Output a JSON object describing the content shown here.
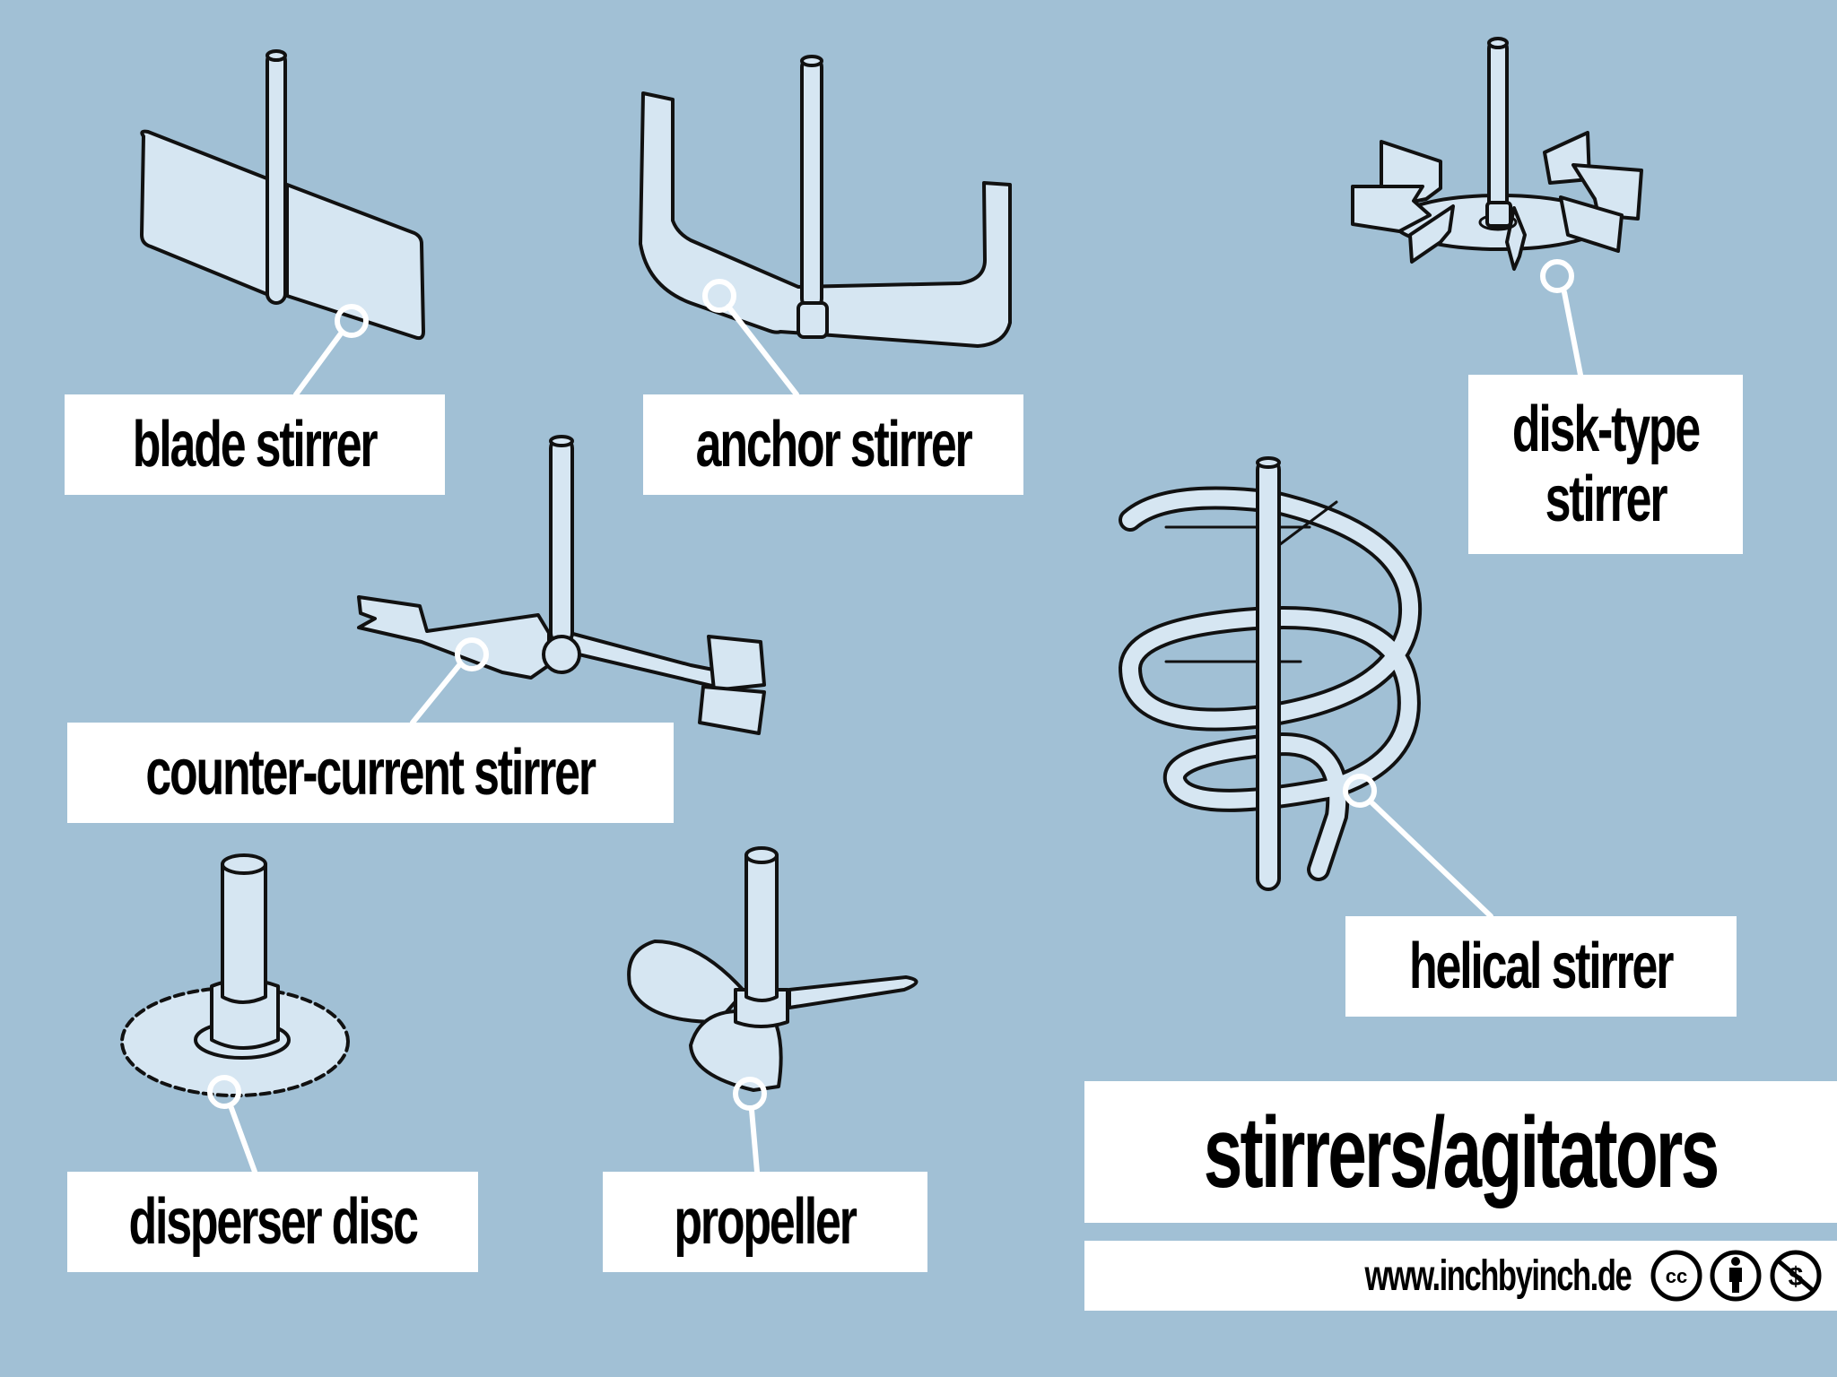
{
  "title": "stirrers/agitators",
  "footer": {
    "url": "www.inchbyinch.de",
    "license_icons": [
      "creative-commons-icon",
      "attribution-icon",
      "non-commercial-icon"
    ]
  },
  "colors": {
    "background": "#a1c0d5",
    "label_background": "#ffffff",
    "label_text": "#000000",
    "illustration_fill": "#d6e6f2",
    "illustration_outline": "#111111",
    "leader_line": "#ffffff"
  },
  "items": [
    {
      "id": "blade",
      "label": "blade stirrer"
    },
    {
      "id": "anchor",
      "label": "anchor stirrer"
    },
    {
      "id": "disk",
      "label": "disk-type stirrer"
    },
    {
      "id": "counter",
      "label": "counter-current stirrer"
    },
    {
      "id": "helical",
      "label": "helical stirrer"
    },
    {
      "id": "disperser",
      "label": "disperser disc"
    },
    {
      "id": "propeller",
      "label": "propeller"
    }
  ]
}
